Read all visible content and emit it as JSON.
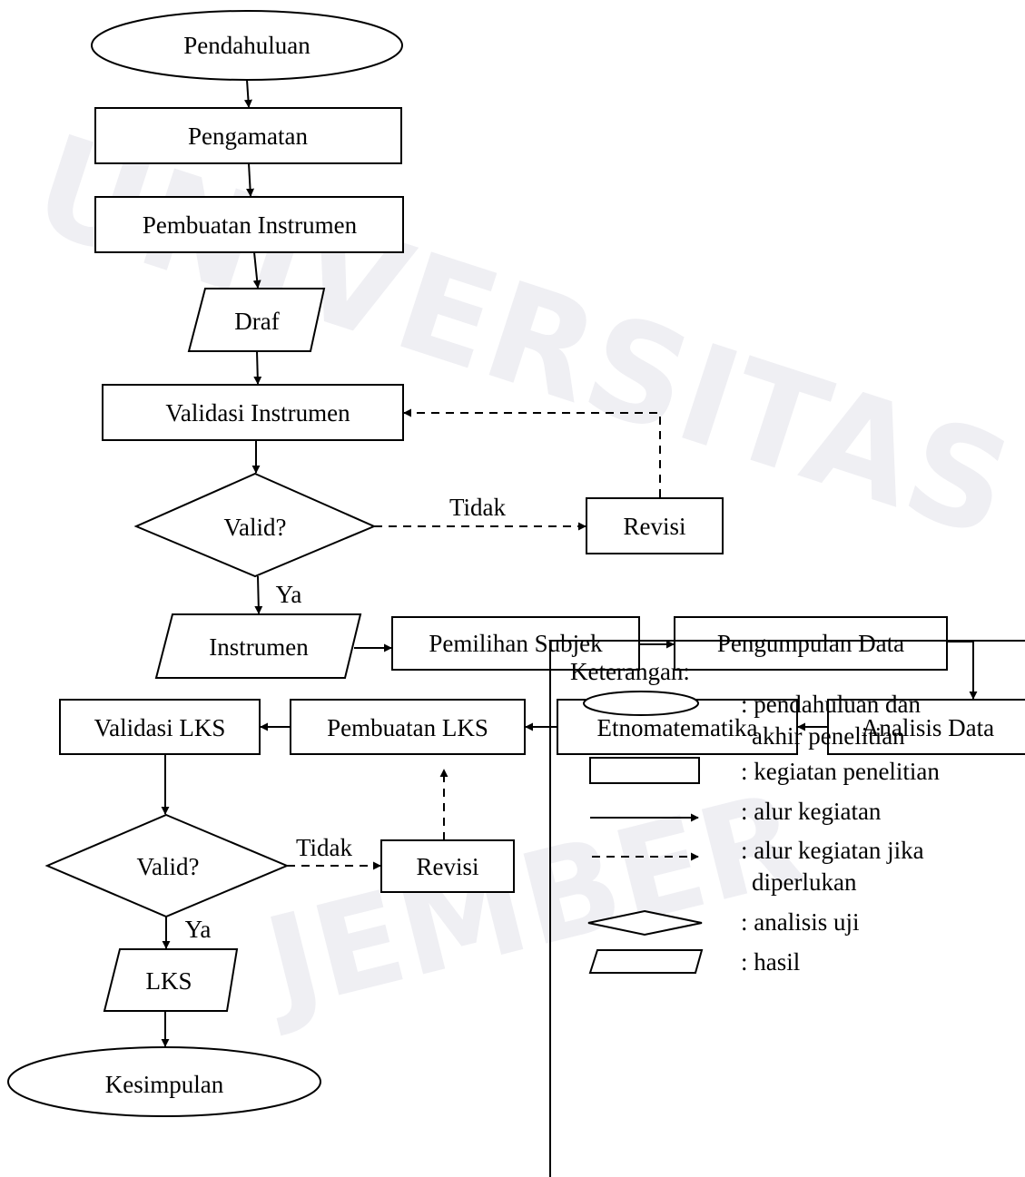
{
  "watermark": {
    "top": "UNIVERSITAS",
    "bottom": "JEMBER"
  },
  "nodes": {
    "pendahuluan": "Pendahuluan",
    "pengamatan": "Pengamatan",
    "pembuatan_instrumen": "Pembuatan Instrumen",
    "draf": "Draf",
    "validasi_instrumen": "Validasi Instrumen",
    "valid_1": "Valid?",
    "revisi_1": "Revisi",
    "instrumen": "Instrumen",
    "pemilihan_subjek": "Pemilihan Subjek",
    "pengumpulan_data": "Pengumpulan Data",
    "analisis_data": "Analisis Data",
    "etnomatematika": "Etnomatematika",
    "pembuatan_lks": "Pembuatan LKS",
    "validasi_lks": "Validasi LKS",
    "valid_2": "Valid?",
    "revisi_2": "Revisi",
    "lks": "LKS",
    "kesimpulan": "Kesimpulan"
  },
  "edge_labels": {
    "tidak_1": "Tidak",
    "ya_1": "Ya",
    "tidak_2": "Tidak",
    "ya_2": "Ya"
  },
  "legend": {
    "title": "Keterangan:",
    "items": [
      {
        "shape": "ellipse",
        "line1": ": pendahuluan dan",
        "line2": "akhir penelitian"
      },
      {
        "shape": "rectangle",
        "line1": ": kegiatan penelitian"
      },
      {
        "shape": "solid-arrow",
        "line1": ": alur kegiatan"
      },
      {
        "shape": "dashed-arrow",
        "line1": ": alur kegiatan jika",
        "line2": "diperlukan"
      },
      {
        "shape": "diamond",
        "line1": ": analisis uji"
      },
      {
        "shape": "parallelogram",
        "line1": ": hasil"
      }
    ]
  }
}
